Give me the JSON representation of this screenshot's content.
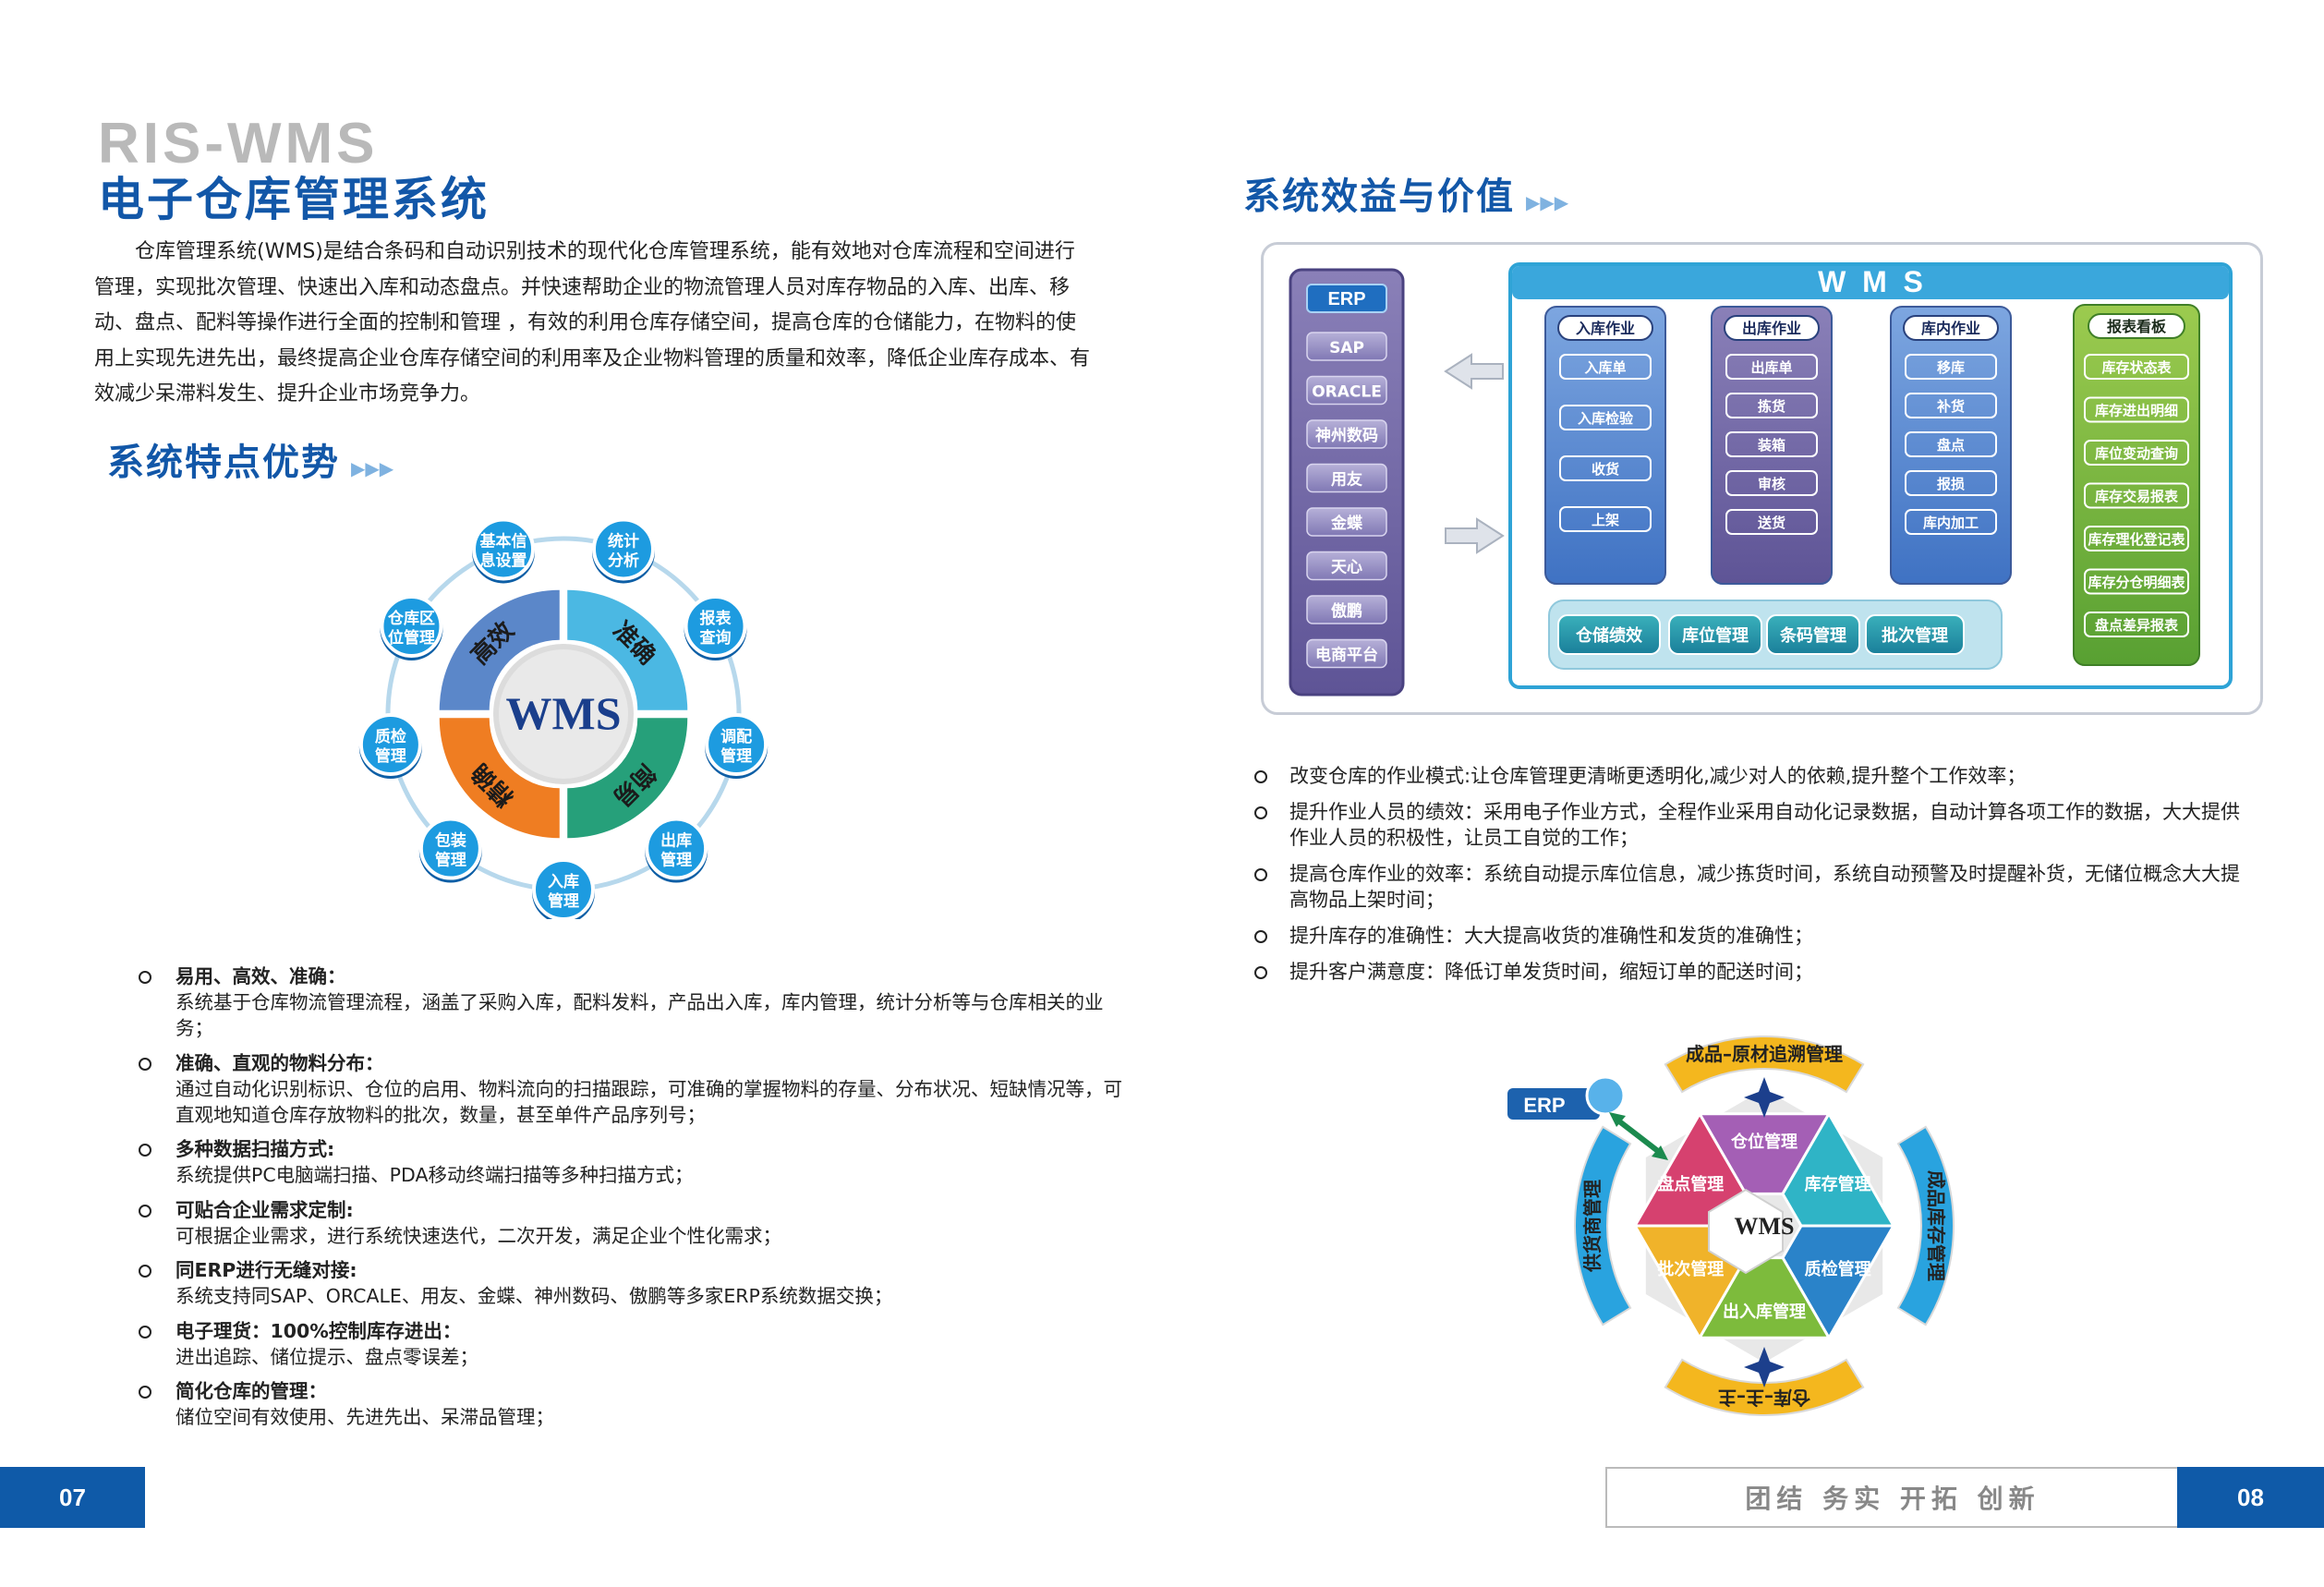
{
  "brand": {
    "en": "RIS-WMS",
    "cn": "电子仓库管理系统"
  },
  "intro": "仓库管理系统(WMS)是结合条码和自动识别技术的现代化仓库管理系统，能有效地对仓库流程和空间进行管理，实现批次管理、快速出入库和动态盘点。并快速帮助企业的物流管理人员对库存物品的入库、出库、移动、盘点、配料等操作进行全面的控制和管理 ，有效的利用仓库存储空间，提高仓库的仓储能力，在物料的使用上实现先进先出，最终提高企业仓库存储空间的利用率及企业物料管理的质量和效率，降低企业库存成本、有效减少呆滞料发生、提升企业市场竞争力。",
  "section_features": {
    "title": "系统特点优势"
  },
  "section_benefits": {
    "title": "系统效益与价值"
  },
  "wheel": {
    "center": "WMS",
    "quadrants": [
      "高效",
      "准确",
      "简易",
      "精确"
    ],
    "colors": [
      "#5b87c9",
      "#4bb8e3",
      "#26a07a",
      "#ef7d22"
    ],
    "nodes": [
      "基本信息设置",
      "统计分析",
      "报表查询",
      "调配管理",
      "出库管理",
      "入库管理",
      "包装管理",
      "质检管理",
      "仓库区位管理"
    ]
  },
  "features": [
    {
      "title": "易用、高效、准确：",
      "desc": "系统基于仓库物流管理流程，涵盖了采购入库，配料发料，产品出入库，库内管理，统计分析等与仓库相关的业务；"
    },
    {
      "title": "准确、直观的物料分布：",
      "desc": "通过自动化识别标识、仓位的启用、物料流向的扫描跟踪，可准确的掌握物料的存量、分布状况、短缺情况等，可直观地知道仓库存放物料的批次，数量，甚至单件产品序列号；"
    },
    {
      "title": "多种数据扫描方式:",
      "desc": "系统提供PC电脑端扫描、PDA移动终端扫描等多种扫描方式；"
    },
    {
      "title": "可贴合企业需求定制:",
      "desc": "可根据企业需求，进行系统快速迭代，二次开发，满足企业个性化需求；"
    },
    {
      "title": "同ERP进行无缝对接:",
      "desc": "系统支持同SAP、ORCALE、用友、金蝶、神州数码、傲鹏等多家ERP系统数据交换；"
    },
    {
      "title": "电子理货：100%控制库存进出：",
      "desc": "进出追踪、储位提示、盘点零误差；"
    },
    {
      "title": "简化仓库的管理：",
      "desc": "储位空间有效使用、先进先出、呆滞品管理；"
    }
  ],
  "arch": {
    "erp_title": "ERP",
    "erp_items": [
      "SAP",
      "ORACLE",
      "神州数码",
      "用友",
      "金蝶",
      "天心",
      "傲鹏",
      "电商平台"
    ],
    "wms_title": "W  M  S",
    "columns": [
      {
        "title": "入库作业",
        "items": [
          "入库单",
          "入库检验",
          "收货",
          "上架"
        ]
      },
      {
        "title": "出库作业",
        "items": [
          "出库单",
          "拣货",
          "装箱",
          "审核",
          "送货"
        ]
      },
      {
        "title": "库内作业",
        "items": [
          "移库",
          "补货",
          "盘点",
          "报损",
          "库内加工"
        ]
      }
    ],
    "report": {
      "title": "报表看板",
      "items": [
        "库存状态表",
        "库存进出明细",
        "库位变动查询",
        "库存交易报表",
        "库存理化登记表",
        "库存分仓明细表",
        "盘点差异报表"
      ]
    },
    "bottom": [
      "仓储绩效",
      "库位管理",
      "条码管理",
      "批次管理"
    ]
  },
  "benefits": [
    "改变仓库的作业模式:让仓库管理更清晰更透明化,减少对人的依赖,提升整个工作效率；",
    "提升作业人员的绩效：采用电子作业方式，全程作业采用自动化记录数据，自动计算各项工作的数据，大大提供作业人员的积极性，让员工自觉的工作；",
    "提高仓库作业的效率：系统自动提示库位信息，减少拣货时间，系统自动预警及时提醒补货，无储位概念大大提高物品上架时间；",
    "提升库存的准确性：大大提高收货的准确性和发货的准确性；",
    "提升客户满意度：降低订单发货时间，缩短订单的配送时间；"
  ],
  "hex": {
    "center": "WMS",
    "erp": "ERP",
    "segments": [
      "仓位管理",
      "库存管理",
      "质检管理",
      "出入库管理",
      "批次管理",
      "盘点管理"
    ],
    "colors": [
      "#a45fb5",
      "#2fb4c6",
      "#2a83c9",
      "#7dbb3c",
      "#f0b32a",
      "#d6416f"
    ],
    "arcs": [
      "成品–原材追溯管理",
      "成品库存管理",
      "仓库–主–主",
      "供货商管理"
    ]
  },
  "footer": {
    "left_page": "07",
    "right_page": "08",
    "slogan": "团结  务实  开拓  创新"
  }
}
